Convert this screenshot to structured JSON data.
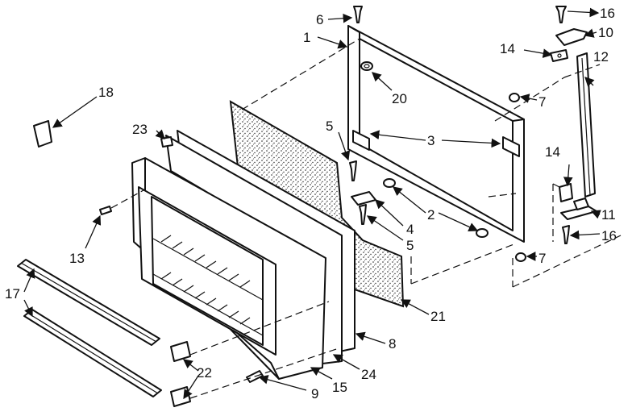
{
  "labels": {
    "l1": "1",
    "l2": "2",
    "l3": "3",
    "l4": "4",
    "l5a": "5",
    "l5b": "5",
    "l6": "6",
    "l7a": "7",
    "l7b": "7",
    "l8": "8",
    "l9": "9",
    "l10": "10",
    "l11": "11",
    "l12": "12",
    "l13": "13",
    "l14a": "14",
    "l14b": "14",
    "l15": "15",
    "l16a": "16",
    "l16b": "16",
    "l17": "17",
    "l18": "18",
    "l20": "20",
    "l21": "21",
    "l22": "22",
    "l23": "23",
    "l24": "24"
  }
}
